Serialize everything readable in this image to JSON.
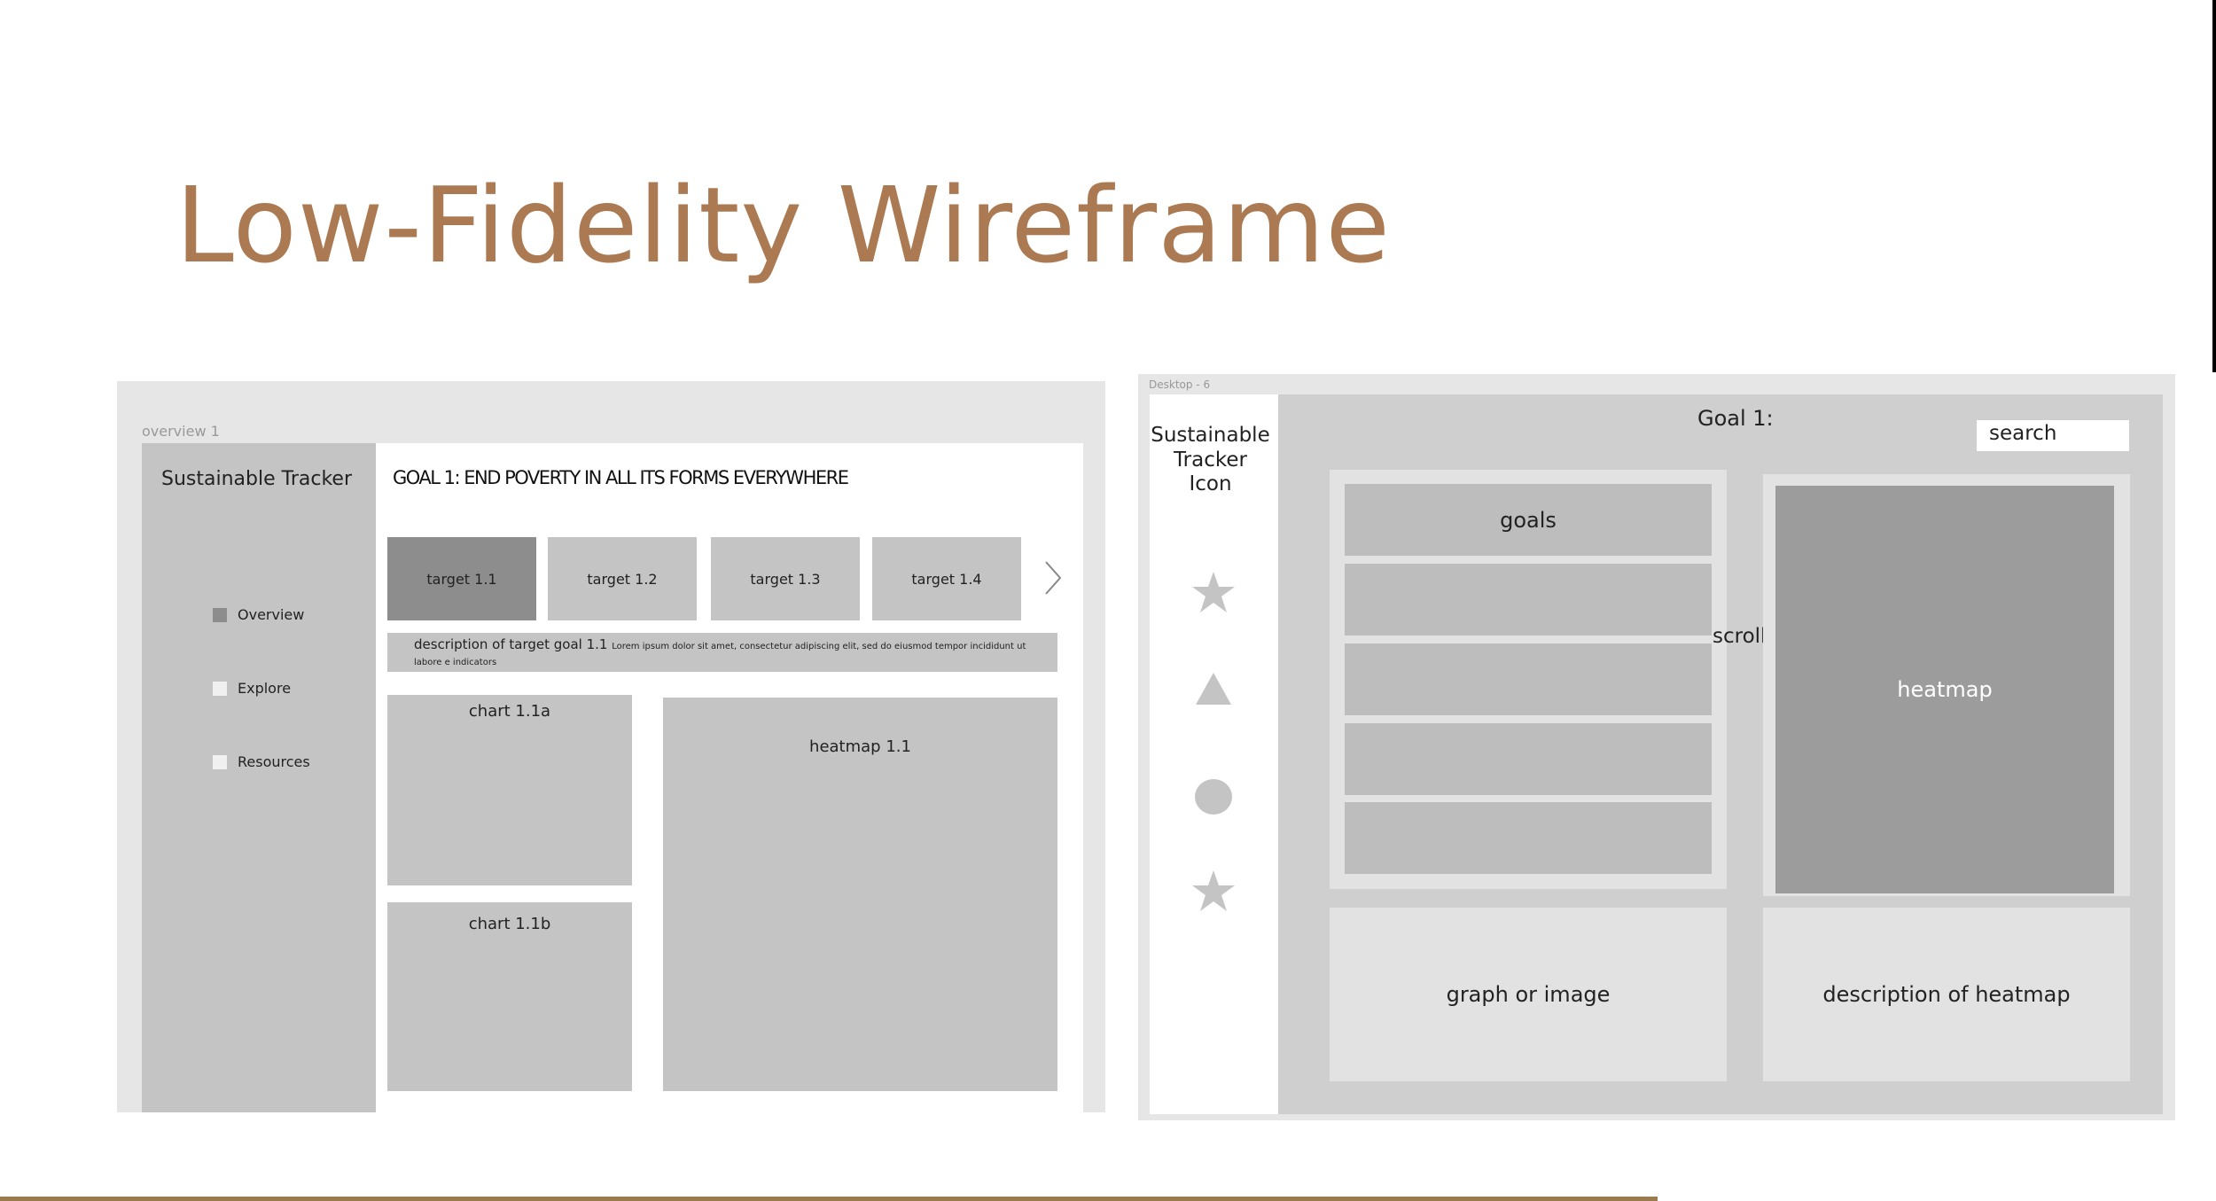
{
  "slide": {
    "title": "Low-Fidelity Wireframe",
    "accent_color": "#ab7a52"
  },
  "overview_wireframe": {
    "frame_label": "overview 1",
    "sidebar": {
      "brand": "Sustainable Tracker",
      "items": [
        {
          "label": "Overview",
          "active": true
        },
        {
          "label": "Explore",
          "active": false
        },
        {
          "label": "Resources",
          "active": false
        }
      ]
    },
    "goal_title": "GOAL 1: END POVERTY IN ALL ITS FORMS EVERYWHERE",
    "targets": [
      {
        "label": "target 1.1",
        "active": true
      },
      {
        "label": "target 1.2",
        "active": false
      },
      {
        "label": "target 1.3",
        "active": false
      },
      {
        "label": "target 1.4",
        "active": false
      }
    ],
    "next_icon": "chevron-right-icon",
    "description": {
      "lead": "description of target goal 1.1",
      "body": "Lorem ipsum dolor sit amet, consectetur adipiscing elit, sed do eiusmod tempor incididunt ut labore e indicators"
    },
    "chart_a": "chart 1.1a",
    "chart_b": "chart 1.1b",
    "heatmap": "heatmap 1.1"
  },
  "desktop_wireframe": {
    "frame_label": "Desktop - 6",
    "brand": "Sustainable Tracker Icon",
    "side_icons": [
      "star-icon",
      "triangle-icon",
      "circle-icon",
      "star-icon"
    ],
    "goal_title": "Goal 1:",
    "search_label": "search",
    "goals_header": "goals",
    "scroll_label": "scroll",
    "heatmap_label": "heatmap",
    "graph_label": "graph or image",
    "heatmap_description": "description of heatmap"
  }
}
